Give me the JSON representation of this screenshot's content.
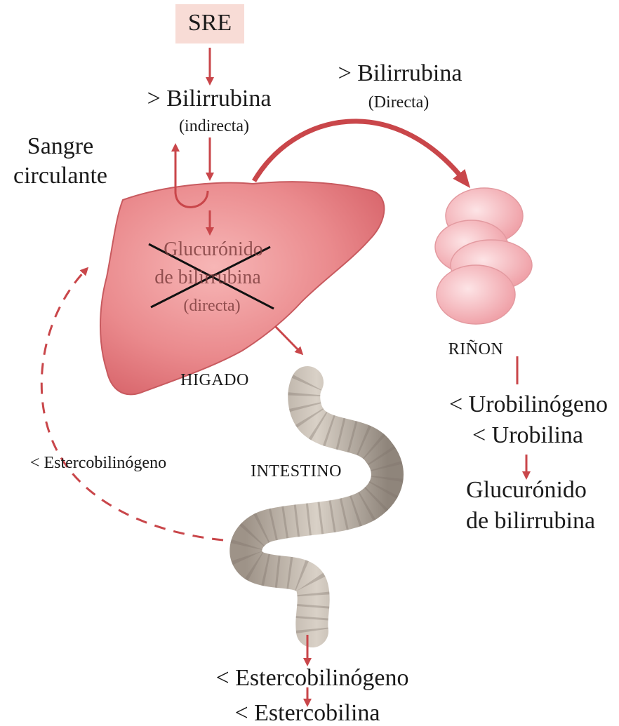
{
  "source": {
    "label": "SRE"
  },
  "indirect": {
    "label": "> Bilirrubina",
    "sub": "(indirecta)"
  },
  "direct": {
    "label": "> Bilirrubina",
    "sub": "(Directa)"
  },
  "blood": {
    "line1": "Sangre",
    "line2": "circulante"
  },
  "liver": {
    "name": "HIGADO",
    "product_line1": "Glucurónido",
    "product_line2": "de bilirrubina",
    "product_line3": "(directa)",
    "product_crossed_out": true
  },
  "kidney": {
    "name": "RIÑON",
    "out1": "< Urobilinógeno",
    "out2": "< Urobilina",
    "final_line1": "Glucurónido",
    "final_line2": "de bilirrubina"
  },
  "intestine": {
    "name": "INTESTINO",
    "recycle": "< Estercobilinógeno",
    "out1": "< Estercobilinógeno",
    "out2": "< Estercobilina"
  },
  "colors": {
    "arrow": "#c9464a",
    "liver_fill": "#e9868a",
    "kidney_fill": "#f4b6bb",
    "intestine_fill": "#b8aea3",
    "source_box": "#f8dcd6"
  }
}
